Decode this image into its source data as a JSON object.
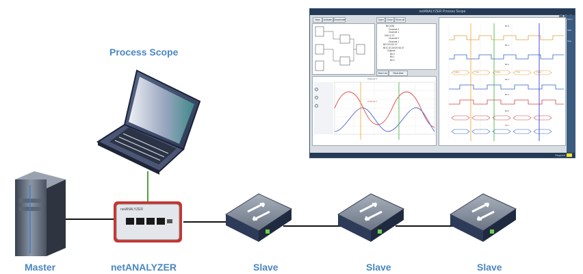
{
  "labels": {
    "process_scope": "Process Scope",
    "master": "Master",
    "netanalyzer": "netANALYZER",
    "slave_1": "Slave",
    "slave_2": "Slave",
    "slave_3": "Slave"
  },
  "device_text": {
    "analyzer_brand": "netANALYZER"
  },
  "scope_window": {
    "title": "netANALYZER Process Scope",
    "toolbar_left": [
      "New",
      "Activate",
      "Deactivate"
    ],
    "toolbar_mid": [
      "Open",
      "Close",
      "Show all"
    ],
    "tree_items": [
      "Bit (x16)",
      "Channel 0",
      "Channel 1",
      "ZAD U 37",
      "Channel 0",
      "Channel 1",
      "BD DC24V 37",
      "BDC DC24V/0.5A 37",
      "Outputs",
      "Bit 0",
      "Bit 1",
      "Bit 2"
    ],
    "new_list_label": "New List",
    "realtime_label": "Real-time values",
    "wave_labels": [
      "Bit 0",
      "Bit 1",
      "Bit 2",
      "Bit 3",
      "Bit 4",
      "Bit 5",
      "Bit 6",
      "Bit 7"
    ],
    "box_labels": [
      "False",
      "True",
      "False",
      "True",
      "False"
    ],
    "analog_left_title": "Channel 0",
    "analog_left_sub": "Channel 0",
    "status_right": "Stopped",
    "rightbar_items": [
      "Menu",
      "Start",
      "Stop"
    ],
    "colors": {
      "sine_red": "#e04040",
      "sine_blue": "#5060d0",
      "cursor_orange": "#f0a020",
      "cursor_green": "#30b030",
      "cursor_blue": "#2020d0",
      "wave_blue": "#3060c0",
      "wave_red": "#d04040",
      "wave_orange": "#e0a040"
    }
  }
}
